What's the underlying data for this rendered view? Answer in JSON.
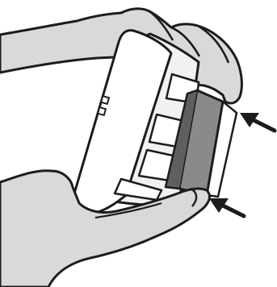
{
  "illustration": {
    "colors": {
      "hand_fill": "#d9d9d9",
      "hand_stroke": "#1c1c1c",
      "device_body": "#ffffff",
      "device_side": "#f1f1f1",
      "filter_face": "#8a8a8a",
      "filter_edge": "#5f5f5f",
      "arrow": "#1c1c1c"
    },
    "icons": [
      "upper-hand",
      "lower-hand",
      "device",
      "filter-cartridge",
      "arrow-upper",
      "arrow-lower"
    ]
  }
}
